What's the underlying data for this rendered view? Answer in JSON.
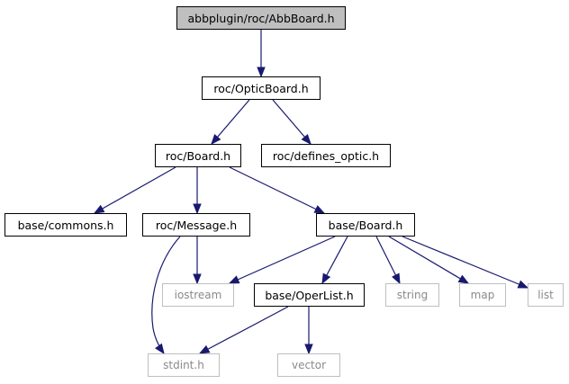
{
  "diagram": {
    "nodes": {
      "abbboard": "abbplugin/roc/AbbBoard.h",
      "opticboard": "roc/OpticBoard.h",
      "roc_board": "roc/Board.h",
      "defines_optic": "roc/defines_optic.h",
      "commons": "base/commons.h",
      "message": "roc/Message.h",
      "base_board": "base/Board.h",
      "iostream": "iostream",
      "operlist": "base/OperList.h",
      "string": "string",
      "map": "map",
      "list": "list",
      "stdint": "stdint.h",
      "vector": "vector"
    },
    "node_kinds": {
      "root": [
        "abbboard"
      ],
      "documented": [
        "opticboard",
        "roc_board",
        "defines_optic",
        "commons",
        "message",
        "base_board",
        "operlist"
      ],
      "system": [
        "iostream",
        "string",
        "map",
        "list",
        "stdint",
        "vector"
      ]
    },
    "edges": [
      [
        "abbboard",
        "opticboard"
      ],
      [
        "opticboard",
        "roc_board"
      ],
      [
        "opticboard",
        "defines_optic"
      ],
      [
        "roc_board",
        "commons"
      ],
      [
        "roc_board",
        "message"
      ],
      [
        "roc_board",
        "base_board"
      ],
      [
        "message",
        "iostream"
      ],
      [
        "message",
        "stdint"
      ],
      [
        "base_board",
        "iostream"
      ],
      [
        "base_board",
        "operlist"
      ],
      [
        "base_board",
        "string"
      ],
      [
        "base_board",
        "map"
      ],
      [
        "base_board",
        "list"
      ],
      [
        "operlist",
        "stdint"
      ],
      [
        "operlist",
        "vector"
      ]
    ],
    "colors": {
      "edge": "#191970",
      "root_fill": "#bfbfbf",
      "system_border": "#bfbfbf",
      "system_text": "#8a8a8a"
    }
  }
}
